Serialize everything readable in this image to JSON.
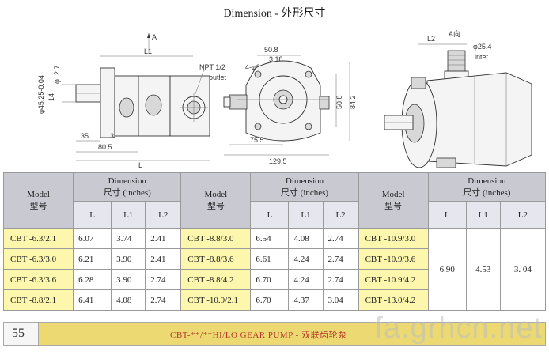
{
  "title": "Dimension - 外形尺寸",
  "drawing": {
    "labels": {
      "section_a": "A",
      "l1": "L1",
      "l": "L",
      "l2": "L2",
      "a_dir": "A向",
      "npt": "NPT 1/2",
      "outlet": "outlet",
      "inlet_dia": "φ25.4",
      "inlet": "intet",
      "d1": "50.8",
      "d2": "3.18",
      "d3": "4-φ9",
      "d4": "φ12.7",
      "d5": "φ45.25-0.04",
      "d6": "14",
      "d7": "35",
      "d8": "3",
      "d9": "80.5",
      "d10": "75.5",
      "d11": "129.5",
      "d12": "50.8",
      "d13": "84.2"
    }
  },
  "table": {
    "model_label": "Model",
    "model_label_cn": "型号",
    "dim_label": "Dimension",
    "dim_label_cn": "尺寸 (inches)",
    "col_l": "L",
    "col_l1": "L1",
    "col_l2": "L2",
    "group1": [
      {
        "model": "CBT -6.3/2.1",
        "l": "6.07",
        "l1": "3.74",
        "l2": "2.41"
      },
      {
        "model": "CBT -6.3/3.0",
        "l": "6.21",
        "l1": "3.90",
        "l2": "2.41"
      },
      {
        "model": "CBT -6.3/3.6",
        "l": "6.28",
        "l1": "3.90",
        "l2": "2.74"
      },
      {
        "model": "CBT -8.8/2.1",
        "l": "6.41",
        "l1": "4.08",
        "l2": "2.74"
      }
    ],
    "group2": [
      {
        "model": "CBT -8.8/3.0",
        "l": "6.54",
        "l1": "4.08",
        "l2": "2.74"
      },
      {
        "model": "CBT -8.8/3.6",
        "l": "6.61",
        "l1": "4.24",
        "l2": "2.74"
      },
      {
        "model": "CBT -8.8/4.2",
        "l": "6.70",
        "l1": "4.24",
        "l2": "2.74"
      },
      {
        "model": "CBT -10.9/2.1",
        "l": "6.70",
        "l1": "4.37",
        "l2": "3.04"
      }
    ],
    "group3": [
      {
        "model": "CBT -10.9/3.0"
      },
      {
        "model": "CBT -10.9/3.6"
      },
      {
        "model": "CBT -10.9/4.2"
      },
      {
        "model": "CBT -13.0/4.2"
      }
    ],
    "group3_dims": {
      "l": "6.90",
      "l1": "4.53",
      "l2": "3. 04"
    }
  },
  "footer": {
    "page_number": "55",
    "text": "CBT-**/**HI/LO GEAR PUMP - 双联齿轮泵"
  },
  "watermark": "fa.grhcn.net"
}
